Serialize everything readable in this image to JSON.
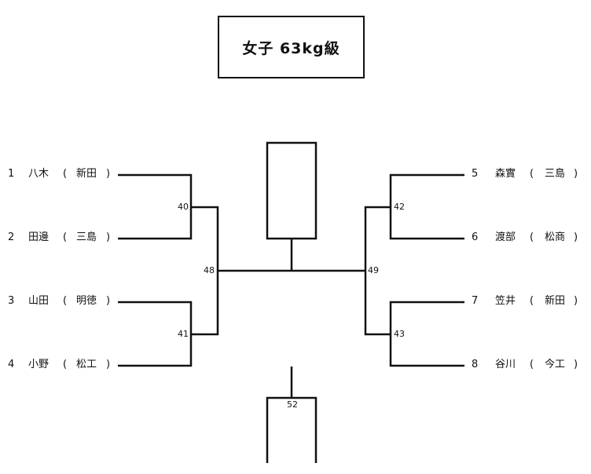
{
  "title": "女子 63kg級",
  "entries": [
    {
      "seed": "1",
      "name": "八木",
      "team": "新田"
    },
    {
      "seed": "2",
      "name": "田邊",
      "team": "三島"
    },
    {
      "seed": "3",
      "name": "山田",
      "team": "明徳"
    },
    {
      "seed": "4",
      "name": "小野",
      "team": "松工"
    },
    {
      "seed": "5",
      "name": "森實",
      "team": "三島"
    },
    {
      "seed": "6",
      "name": "渡部",
      "team": "松商"
    },
    {
      "seed": "7",
      "name": "笠井",
      "team": "新田"
    },
    {
      "seed": "8",
      "name": "谷川",
      "team": "今工"
    }
  ],
  "matches": [
    "40",
    "41",
    "42",
    "43",
    "48",
    "49",
    "52"
  ],
  "paren_open": "(",
  "paren_close": ")"
}
